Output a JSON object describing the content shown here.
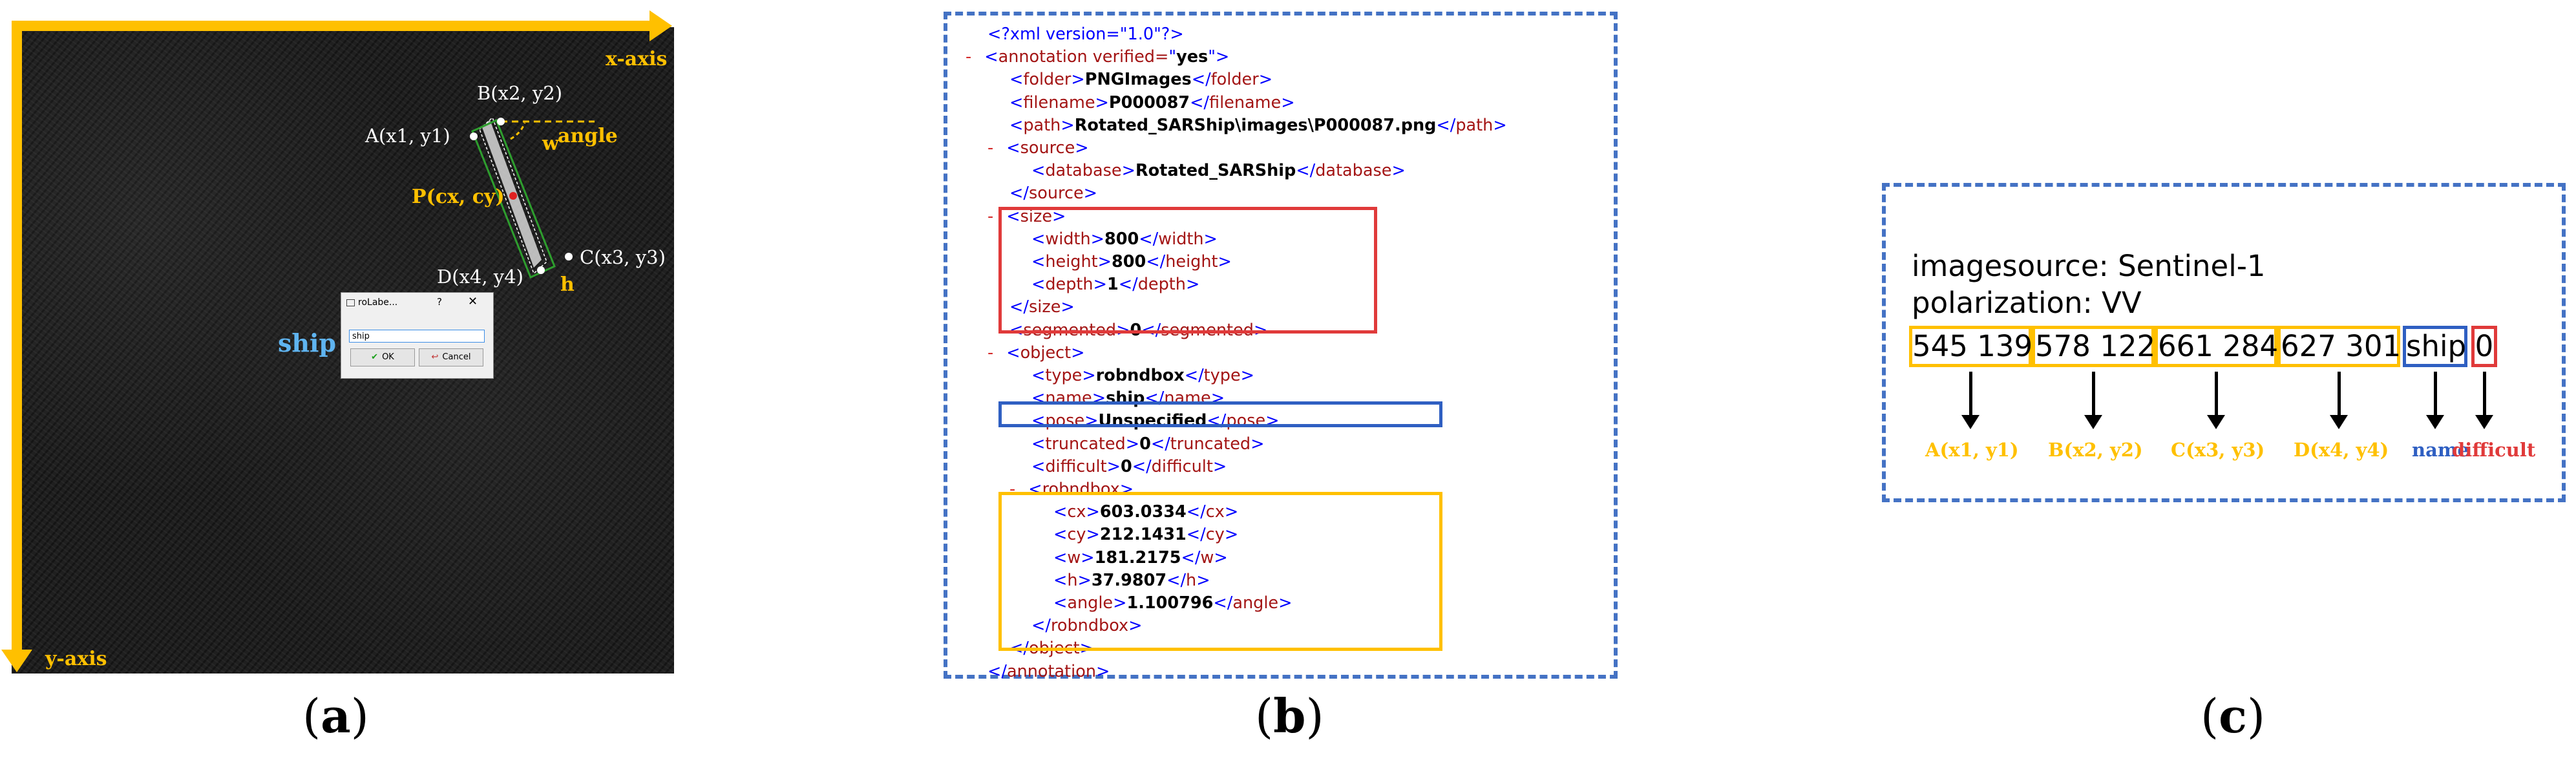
{
  "colors": {
    "yellow": "#ffc000",
    "blue_frame": "#4472c4",
    "red_box": "#e03a3a",
    "blue_box": "#2f5fc2",
    "ship_label": "#5fb4f0"
  },
  "panel_a": {
    "x_axis": "x-axis",
    "y_axis": "y-axis",
    "point_A": "A(x1, y1)",
    "point_B": "B(x2, y2)",
    "point_C": "C(x3, y3)",
    "point_D": "D(x4, y4)",
    "point_P": "P(cx, cy)",
    "angle": "angle",
    "w": "w",
    "h": "h",
    "ship_label": "ship",
    "dialog": {
      "title": "roLabe...",
      "help": "?",
      "close": "✕",
      "input_value": "ship",
      "ok": "OK",
      "cancel": "Cancel"
    }
  },
  "panel_b": {
    "lines": [
      {
        "t": "<?xml version=\"1.0\"?>"
      },
      {
        "t": "annotation verified=\"yes\""
      },
      {
        "t": "folder",
        "v": "PNGImages"
      },
      {
        "t": "filename",
        "v": "P000087"
      },
      {
        "t": "path",
        "v": "Rotated_SARShip\\images\\P000087.png"
      },
      {
        "t": "source"
      },
      {
        "t": "database",
        "v": "Rotated_SARShip"
      },
      {
        "t": "/source"
      },
      {
        "t": "size"
      },
      {
        "t": "width",
        "v": "800"
      },
      {
        "t": "height",
        "v": "800"
      },
      {
        "t": "depth",
        "v": "1"
      },
      {
        "t": "/size"
      },
      {
        "t": "segmented",
        "v": "0"
      },
      {
        "t": "object"
      },
      {
        "t": "type",
        "v": "robndbox"
      },
      {
        "t": "name",
        "v": "ship"
      },
      {
        "t": "pose",
        "v": "Unspecified"
      },
      {
        "t": "truncated",
        "v": "0"
      },
      {
        "t": "difficult",
        "v": "0"
      },
      {
        "t": "robndbox"
      },
      {
        "t": "cx",
        "v": "603.0334"
      },
      {
        "t": "cy",
        "v": "212.1431"
      },
      {
        "t": "w",
        "v": "181.2175"
      },
      {
        "t": "h",
        "v": "37.9807"
      },
      {
        "t": "angle",
        "v": "1.100796"
      },
      {
        "t": "/robndbox"
      },
      {
        "t": "/object"
      },
      {
        "t": "/annotation"
      }
    ]
  },
  "panel_c": {
    "imagesource": "imagesource: Sentinel-1",
    "polarization": "polarization: VV",
    "boxes": [
      {
        "text": "545 139",
        "label": "A(x1, y1)"
      },
      {
        "text": "578 122",
        "label": "B(x2, y2)"
      },
      {
        "text": "661 284",
        "label": "C(x3, y3)"
      },
      {
        "text": "627 301",
        "label": "D(x4, y4)"
      },
      {
        "text": "ship",
        "label": "name"
      },
      {
        "text": "0",
        "label": "difficult"
      }
    ]
  },
  "captions": {
    "a": "a",
    "b": "b",
    "c": "c",
    "open": "(",
    "close": ")"
  }
}
